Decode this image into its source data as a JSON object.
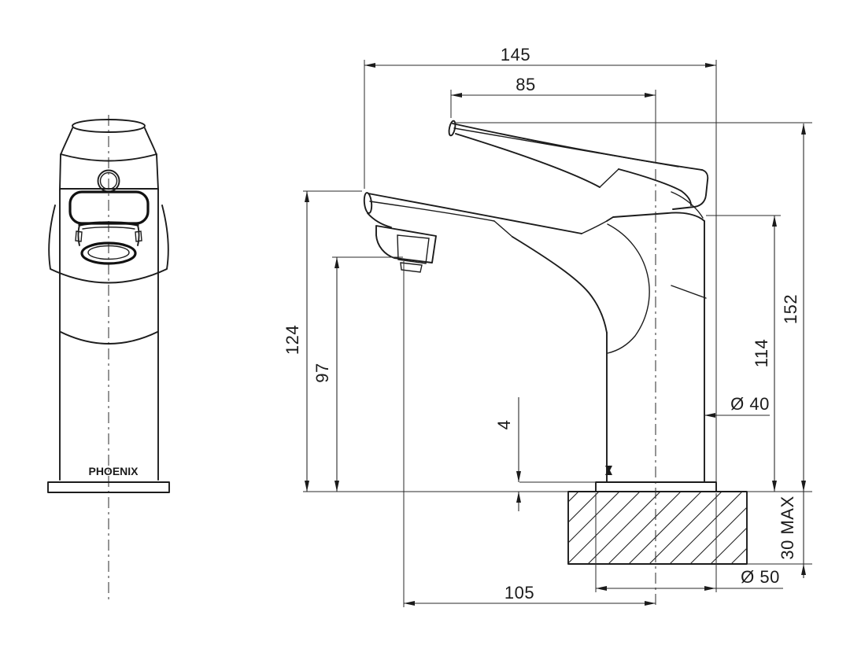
{
  "drawing": {
    "brand": "PHOENIX",
    "dimensions": {
      "overall_length": "145",
      "handle_tip_to_centre": "85",
      "overall_height": "152",
      "body_top_height": "114",
      "spout_tip_height": "124",
      "spout_outlet_height": "97",
      "base_plate_thickness": "4",
      "body_diameter": "Ø 40",
      "base_diameter": "Ø 50",
      "outlet_reach_to_centre": "105",
      "max_bench_thickness": "30 MAX"
    }
  }
}
